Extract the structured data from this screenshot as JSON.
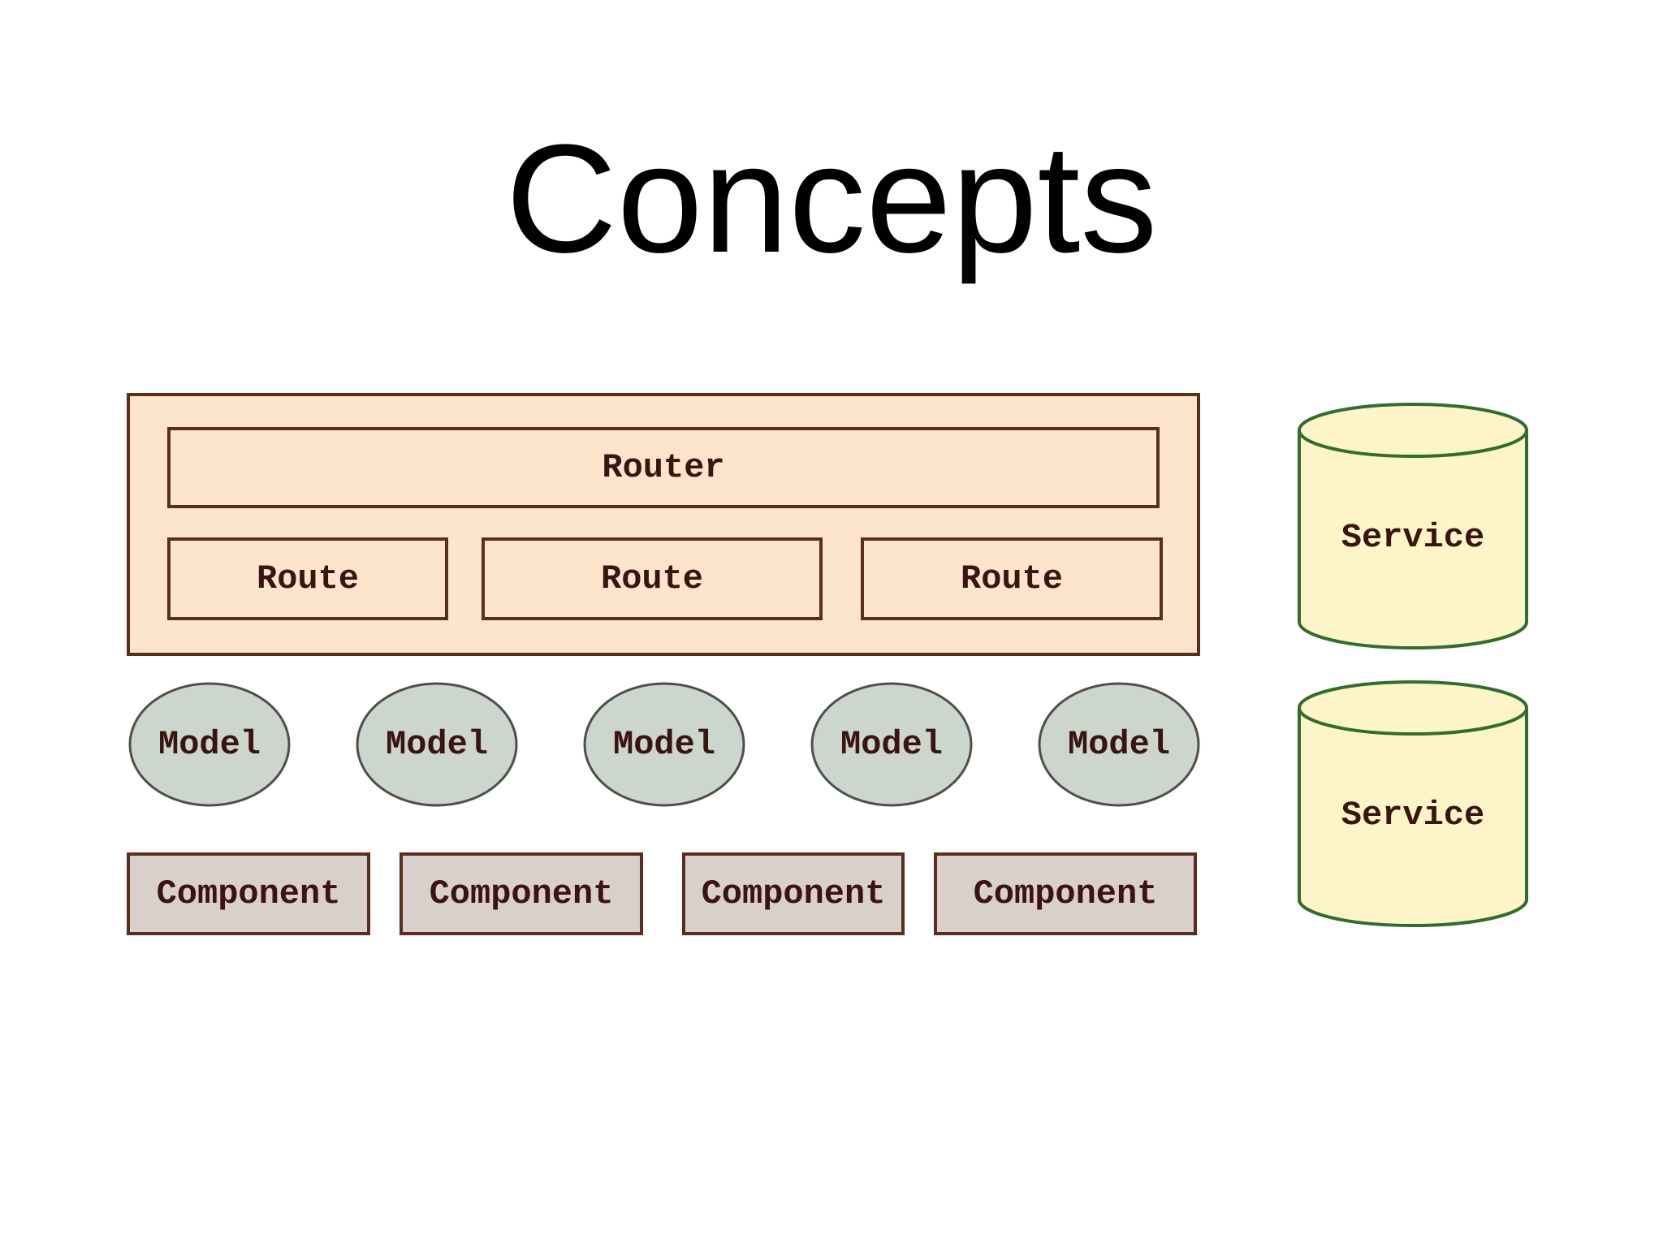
{
  "slide": {
    "title": "Concepts"
  },
  "diagram": {
    "router": {
      "label": "Router"
    },
    "routes": [
      {
        "label": "Route"
      },
      {
        "label": "Route"
      },
      {
        "label": "Route"
      }
    ],
    "models": [
      {
        "label": "Model"
      },
      {
        "label": "Model"
      },
      {
        "label": "Model"
      },
      {
        "label": "Model"
      },
      {
        "label": "Model"
      }
    ],
    "components": [
      {
        "label": "Component"
      },
      {
        "label": "Component"
      },
      {
        "label": "Component"
      },
      {
        "label": "Component"
      }
    ],
    "services": [
      {
        "label": "Service"
      },
      {
        "label": "Service"
      }
    ]
  },
  "colors": {
    "routing_fill": "#fde5cc",
    "routing_stroke": "#5a2e1c",
    "model_fill": "#ccd6cc",
    "model_stroke": "#4e4e4e",
    "component_fill": "#d9d0cc",
    "component_stroke": "#5a2e1c",
    "service_fill": "#fdf5c8",
    "service_stroke": "#2f6e2f",
    "label_text": "#3a1410"
  }
}
